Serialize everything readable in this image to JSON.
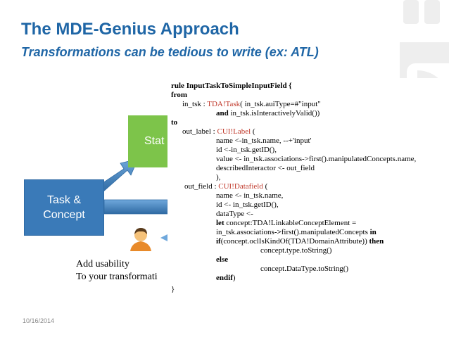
{
  "slide": {
    "title": "The MDE-Genius Approach",
    "subtitle": "Transformations can be tedious to write (ex: ATL)",
    "date": "10/16/2014"
  },
  "diagram": {
    "task_box_line1": "Task &",
    "task_box_line2": "Concept",
    "stat_box_label": "Stat",
    "user_icon": "user-avatar-icon",
    "usability_line1": "Add usability",
    "usability_line2": "To your transformati"
  },
  "code": {
    "l1": "rule InputTaskToSimpleInputField {",
    "l2": "from",
    "l3a": "in_tsk : ",
    "l3b": "TDA!Task",
    "l3c": "( in_tsk.auiType=#\"input\"",
    "l4a": "and",
    "l4b": " in_tsk.isInteractivelyValid())",
    "l5": "to",
    "l6a": "out_label : ",
    "l6b": "CUI!Label",
    "l6c": " (",
    "l7": "name <-in_tsk.name, --+'input'",
    "l8": "id <-in_tsk.getID(),",
    "l9": "value <- in_tsk.associations->first().manipulatedConcepts.name,",
    "l10": "describedInteractor <- out_field",
    "l11": "),",
    "l12a": "out_field : ",
    "l12b": "CUI!Datafield",
    "l12c": " (",
    "l13": "name <- in_tsk.name,",
    "l14": "id <- in_tsk.getID(),",
    "l15": "dataType <-",
    "l16a": "let",
    "l16b": " concept:TDA!LinkableConceptElement =",
    "l17a": "in_tsk.associations",
    "l17b": "->",
    "l17c": "first().manipulatedConcepts ",
    "l17d": "in",
    "l18a": "if",
    "l18b": "(concept.oclIsKindOf(TDA!DomainAttribute)) ",
    "l18c": "then",
    "l19": "concept.type.toString()",
    "l20": "else",
    "l21": "concept.DataType.toString()",
    "l22a": "endif",
    "l22b": ")",
    "l23": "}"
  },
  "colors": {
    "title": "#1f66a6",
    "task_box": "#3a7ab8",
    "stat_box": "#7dc44a",
    "arrow": "#4a8cc8",
    "keyword_red": "#c0392b"
  }
}
